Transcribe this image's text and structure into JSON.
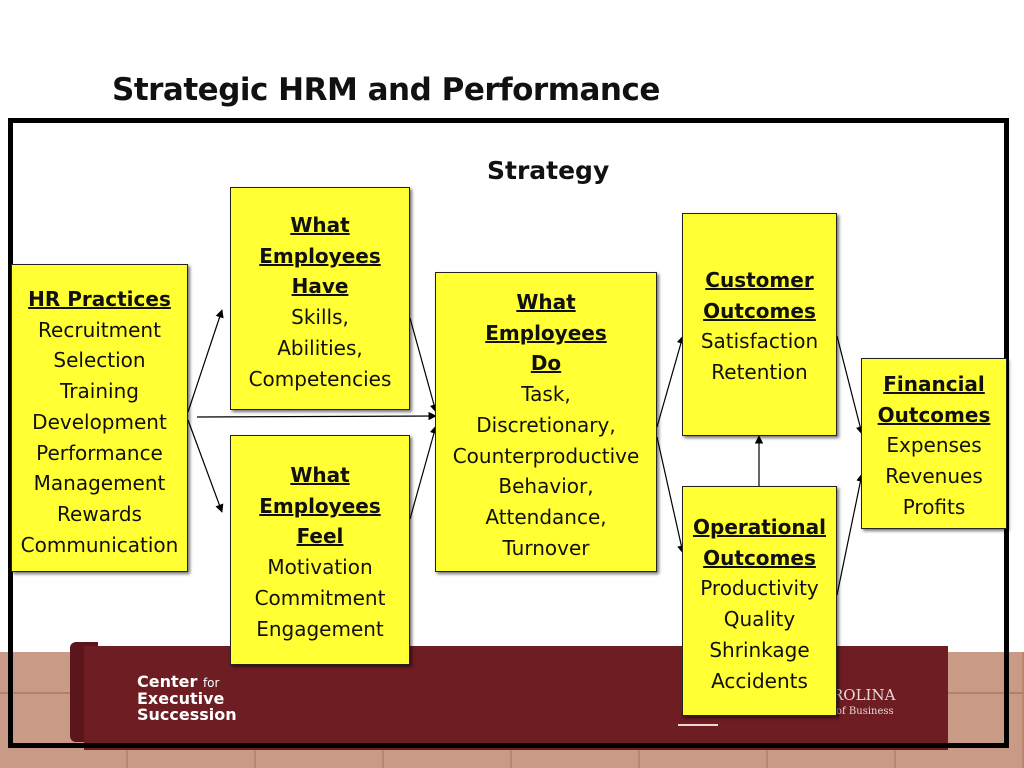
{
  "title": "Strategic HRM and Performance",
  "strategy_label": "Strategy",
  "boxes": {
    "hr_practices": {
      "heading": "HR Practices",
      "items": [
        "Recruitment",
        "Selection",
        "Training",
        "Development",
        "Performance",
        "Management",
        "Rewards",
        "Communication"
      ]
    },
    "have": {
      "heading": [
        "What",
        "Employees",
        "Have"
      ],
      "items": [
        "Skills,",
        "Abilities,",
        "Competencies"
      ]
    },
    "feel": {
      "heading": [
        "What",
        "Employees",
        "Feel"
      ],
      "items": [
        "Motivation",
        "Commitment",
        "Engagement"
      ]
    },
    "do": {
      "heading": [
        "What",
        "Employees",
        "Do"
      ],
      "items": [
        "Task,",
        "Discretionary,",
        "Counterproductive",
        "Behavior,",
        "Attendance,",
        "Turnover"
      ]
    },
    "customer": {
      "heading": [
        "Customer",
        "Outcomes"
      ],
      "items": [
        "Satisfaction",
        "Retention"
      ]
    },
    "operational": {
      "heading": [
        "Operational",
        "Outcomes"
      ],
      "items": [
        "Productivity",
        "Quality",
        "Shrinkage",
        "Accidents"
      ]
    },
    "financial": {
      "heading": [
        "Financial",
        "Outcomes"
      ],
      "items": [
        "Expenses",
        "Revenues",
        "Profits"
      ]
    }
  },
  "footer": {
    "logo_line1": "Center",
    "logo_for": "for",
    "logo_line2": "Executive",
    "logo_line3": "Succession",
    "unc_text": "ROLINA",
    "unc_sub": "of Business"
  },
  "colors": {
    "box_fill": "#ffff33",
    "banner": "#6e1d22",
    "wood": "#c99a86"
  }
}
